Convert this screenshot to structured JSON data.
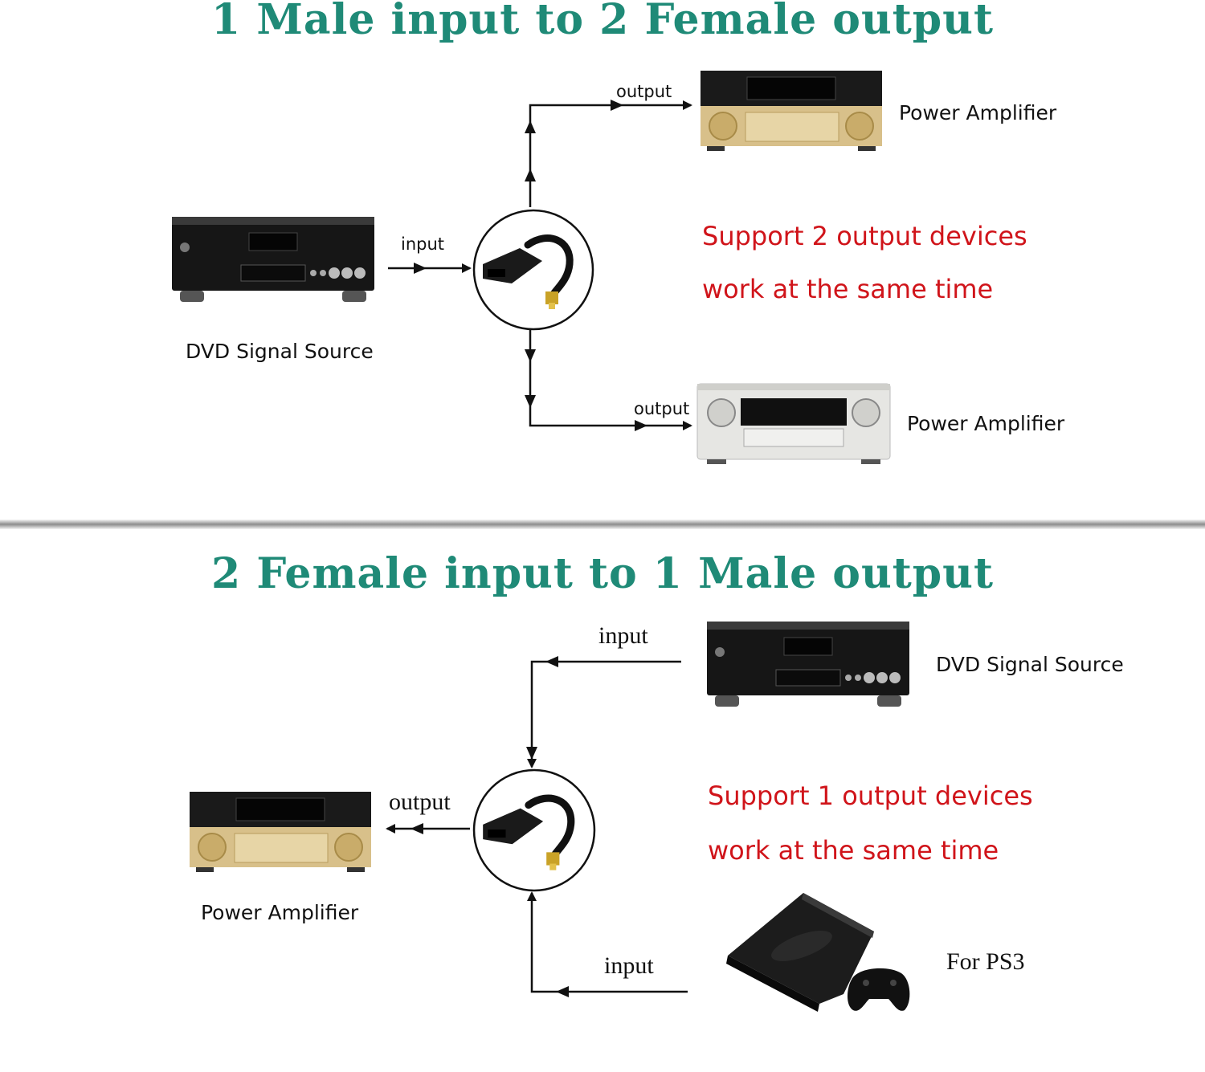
{
  "top": {
    "title": "1 Male input to 2 Female output",
    "dvd_label": "DVD Signal Source",
    "input_label": "input",
    "output_label_1": "output",
    "output_label_2": "output",
    "amp_label_1": "Power Amplifier",
    "amp_label_2": "Power Amplifier",
    "support_line1": "Support 2 output devices",
    "support_line2": "work at the same time"
  },
  "bottom": {
    "title": "2 Female input to 1 Male output",
    "dvd_label": "DVD Signal Source",
    "input_label_1": "input",
    "input_label_2": "input",
    "output_label": "output",
    "amp_label": "Power Amplifier",
    "ps3_label": "For PS3",
    "support_line1": "Support 1 output devices",
    "support_line2": "work at the same time"
  },
  "colors": {
    "title": "#1f8a77",
    "highlight": "#d0141a"
  },
  "icons": [
    "dvd-player-icon",
    "gold-amplifier-icon",
    "silver-amplifier-icon",
    "optical-splitter-icon",
    "ps3-console-icon"
  ]
}
